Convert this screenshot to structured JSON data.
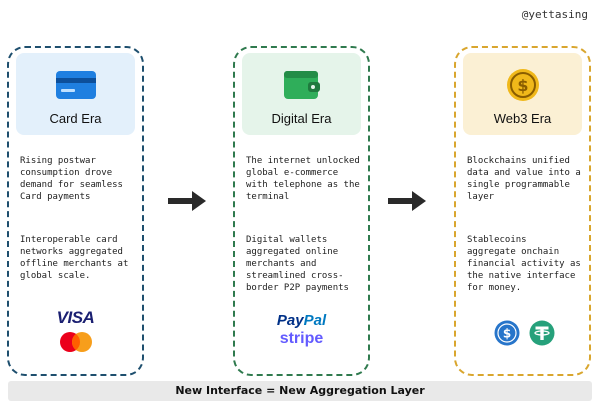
{
  "handle": "@yettasing",
  "colors": {
    "card_border": "#1e4f6e",
    "digital_border": "#2f7a4e",
    "web3_border": "#d9a62e",
    "card_icon": "#1f7fe0",
    "wallet_icon": "#2fae5a",
    "coin_icon": "#f0b81a"
  },
  "eras": [
    {
      "title": "Card Era",
      "icon": "credit-card-icon",
      "paragraphs": [
        [
          "Rising postwar",
          "consumption drove",
          "demand for seamless",
          "Card payments"
        ],
        [
          "Interoperable card",
          "networks aggregated",
          "offline merchants at",
          "global scale."
        ]
      ],
      "logos": [
        "VISA",
        "mastercard-icon"
      ]
    },
    {
      "title": "Digital Era",
      "icon": "wallet-icon",
      "paragraphs": [
        [
          "The internet unlocked",
          "global e-commerce",
          "with telephone as the",
          "terminal"
        ],
        [
          "Digital wallets",
          "aggregated online",
          "merchants and",
          "streamlined cross-",
          "border P2P payments"
        ]
      ],
      "logos": [
        "Pay",
        "Pal",
        "stripe"
      ]
    },
    {
      "title": "Web3 Era",
      "icon": "dollar-coin-icon",
      "paragraphs": [
        [
          "Blockchains unified",
          "data and value into a",
          "single programmable",
          "layer"
        ],
        [
          "Stablecoins",
          "aggregate onchain",
          "financial activity as",
          "the native interface",
          "for money."
        ]
      ],
      "logos": [
        "usdc-icon",
        "tether-icon"
      ]
    }
  ],
  "footer": "New Interface = New Aggregation Layer"
}
